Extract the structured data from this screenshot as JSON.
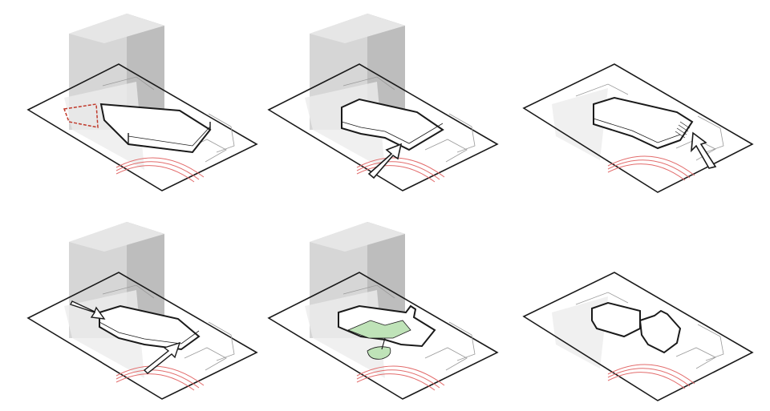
{
  "diagram": {
    "panels": [
      {
        "id": 1,
        "step": "site-constraint"
      },
      {
        "id": 2,
        "step": "entry-carve"
      },
      {
        "id": 3,
        "step": "side-entry"
      },
      {
        "id": 4,
        "step": "corner-push"
      },
      {
        "id": 5,
        "step": "green-courtyard"
      },
      {
        "id": 6,
        "step": "split-volumes"
      }
    ],
    "colors": {
      "tower": "#cfcfcf",
      "tower_dark": "#b5b5b5",
      "ground_shadow": "#e3e3e3",
      "track": "#e26b6b",
      "constraint": "#c0392b",
      "green": "#bfe3b8",
      "line": "#1a1a1a"
    }
  }
}
